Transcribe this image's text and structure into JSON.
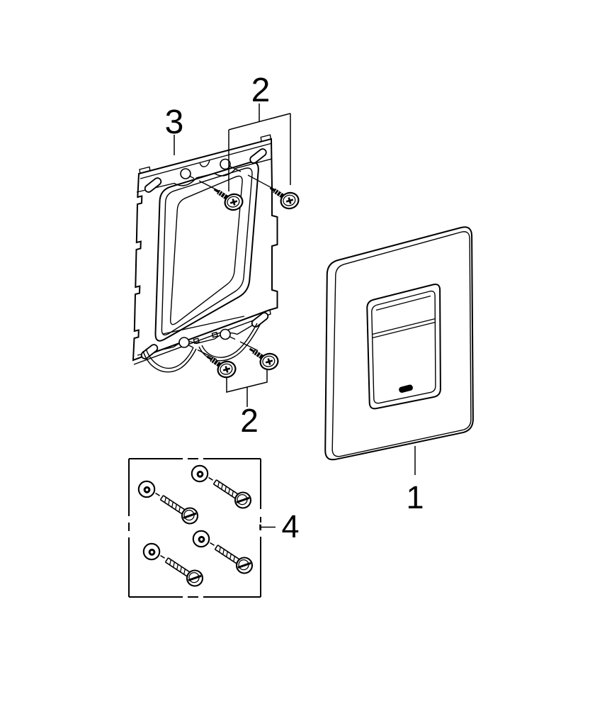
{
  "diagram": {
    "background_color": "#ffffff",
    "line_color": "#000000",
    "callouts": [
      {
        "id": "callout-2-top",
        "text": "2"
      },
      {
        "id": "callout-3",
        "text": "3"
      },
      {
        "id": "callout-2-bottom",
        "text": "2"
      },
      {
        "id": "callout-1",
        "text": "1"
      },
      {
        "id": "callout-4",
        "text": "4"
      }
    ],
    "parts": [
      {
        "callout": "1",
        "icon": "flush-actuation-plate-drawing"
      },
      {
        "callout": "2",
        "icon": "mounting-screw-drawing"
      },
      {
        "callout": "3",
        "icon": "mounting-frame-drawing"
      },
      {
        "callout": "4",
        "icon": "screw-and-washer-kit-drawing"
      }
    ]
  }
}
